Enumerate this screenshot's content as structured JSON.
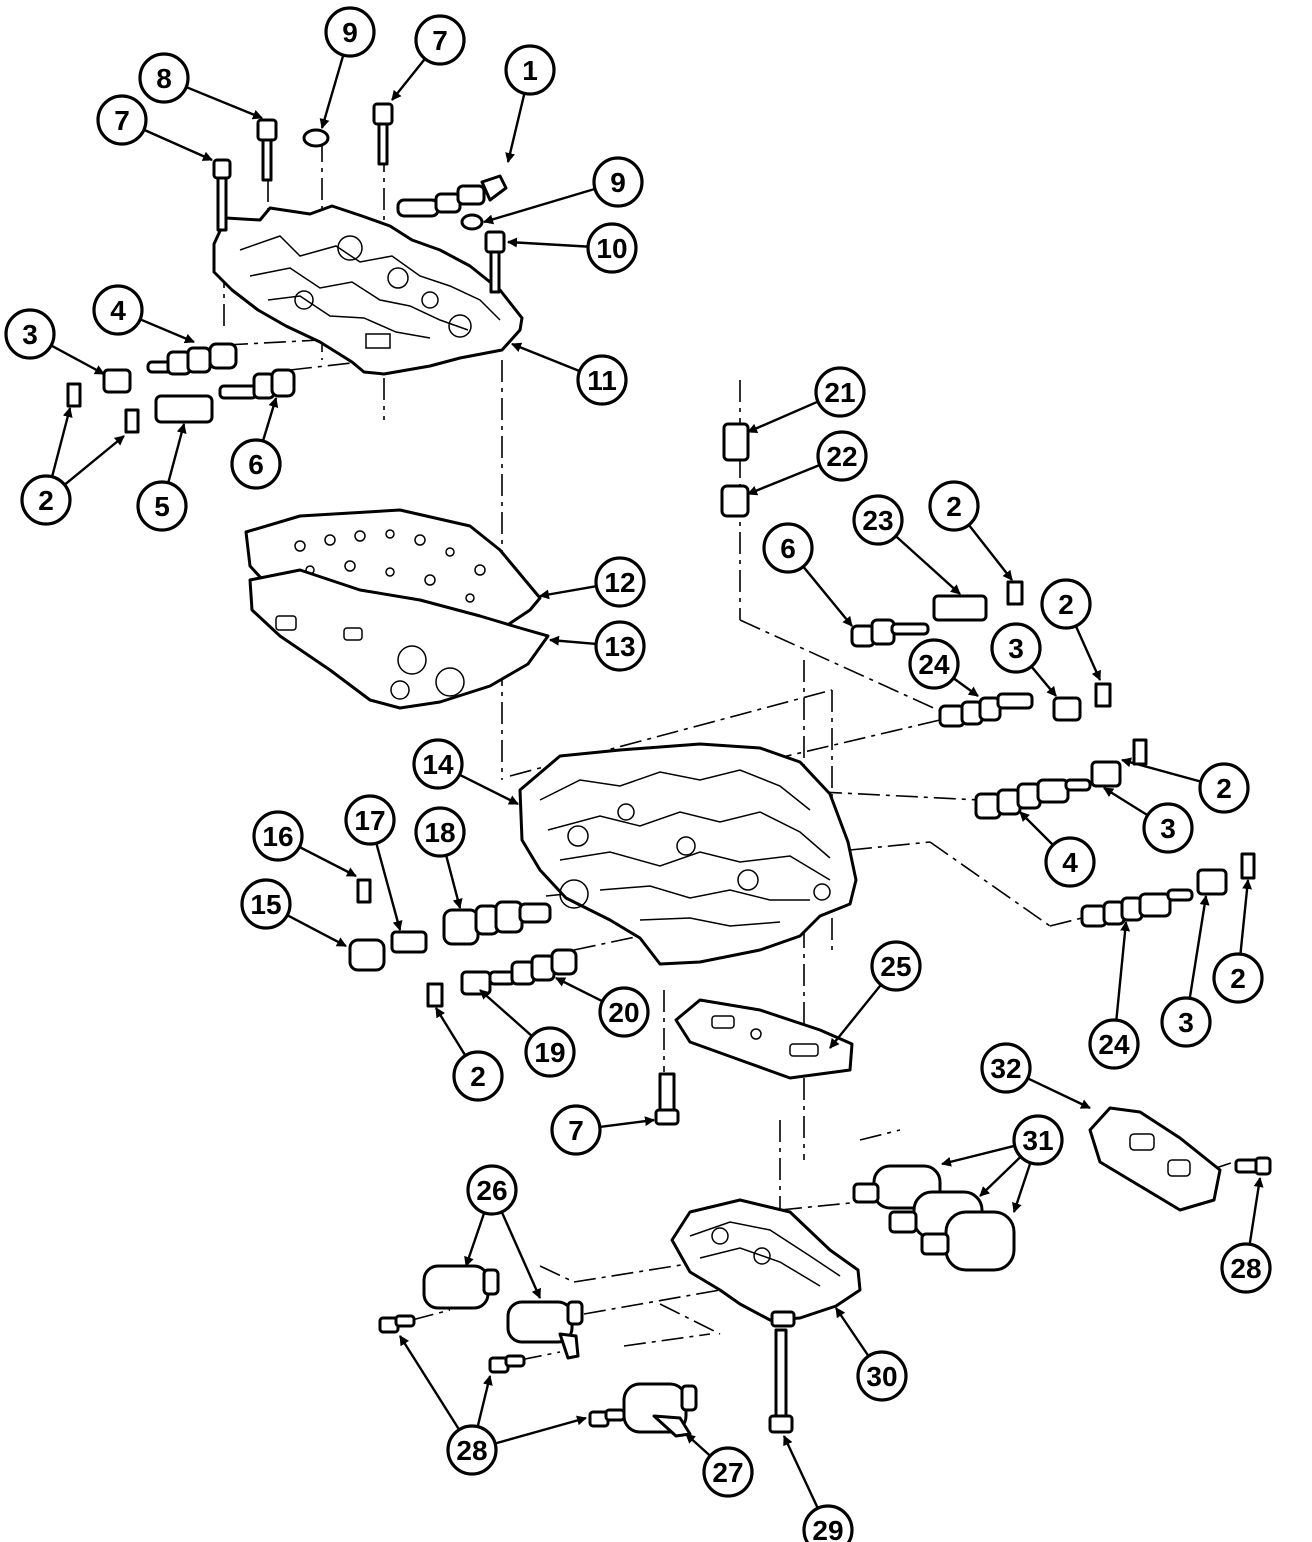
{
  "callouts": [
    {
      "id": "c1",
      "label": "1"
    },
    {
      "id": "c7a",
      "label": "7"
    },
    {
      "id": "c9a",
      "label": "9"
    },
    {
      "id": "c8",
      "label": "8"
    },
    {
      "id": "c7b",
      "label": "7"
    },
    {
      "id": "c9b",
      "label": "9"
    },
    {
      "id": "c10",
      "label": "10"
    },
    {
      "id": "c4a",
      "label": "4"
    },
    {
      "id": "c3a",
      "label": "3"
    },
    {
      "id": "c11",
      "label": "11"
    },
    {
      "id": "c6a",
      "label": "6"
    },
    {
      "id": "c2a",
      "label": "2"
    },
    {
      "id": "c5",
      "label": "5"
    },
    {
      "id": "c21",
      "label": "21"
    },
    {
      "id": "c22",
      "label": "22"
    },
    {
      "id": "c23",
      "label": "23"
    },
    {
      "id": "c2b",
      "label": "2"
    },
    {
      "id": "c6b",
      "label": "6"
    },
    {
      "id": "c12",
      "label": "12"
    },
    {
      "id": "c2c",
      "label": "2"
    },
    {
      "id": "c13",
      "label": "13"
    },
    {
      "id": "c24a",
      "label": "24"
    },
    {
      "id": "c3b",
      "label": "3"
    },
    {
      "id": "c14",
      "label": "14"
    },
    {
      "id": "c2d",
      "label": "2"
    },
    {
      "id": "c3c",
      "label": "3"
    },
    {
      "id": "c16",
      "label": "16"
    },
    {
      "id": "c17",
      "label": "17"
    },
    {
      "id": "c18",
      "label": "18"
    },
    {
      "id": "c4b",
      "label": "4"
    },
    {
      "id": "c15",
      "label": "15"
    },
    {
      "id": "c25",
      "label": "25"
    },
    {
      "id": "c20",
      "label": "20"
    },
    {
      "id": "c2e",
      "label": "2"
    },
    {
      "id": "c19",
      "label": "19"
    },
    {
      "id": "c24b",
      "label": "24"
    },
    {
      "id": "c3d",
      "label": "3"
    },
    {
      "id": "c2f",
      "label": "2"
    },
    {
      "id": "c32",
      "label": "32"
    },
    {
      "id": "c7c",
      "label": "7"
    },
    {
      "id": "c31",
      "label": "31"
    },
    {
      "id": "c26",
      "label": "26"
    },
    {
      "id": "c28a",
      "label": "28"
    },
    {
      "id": "c30",
      "label": "30"
    },
    {
      "id": "c28b",
      "label": "28"
    },
    {
      "id": "c27",
      "label": "27"
    },
    {
      "id": "c29",
      "label": "29"
    }
  ]
}
